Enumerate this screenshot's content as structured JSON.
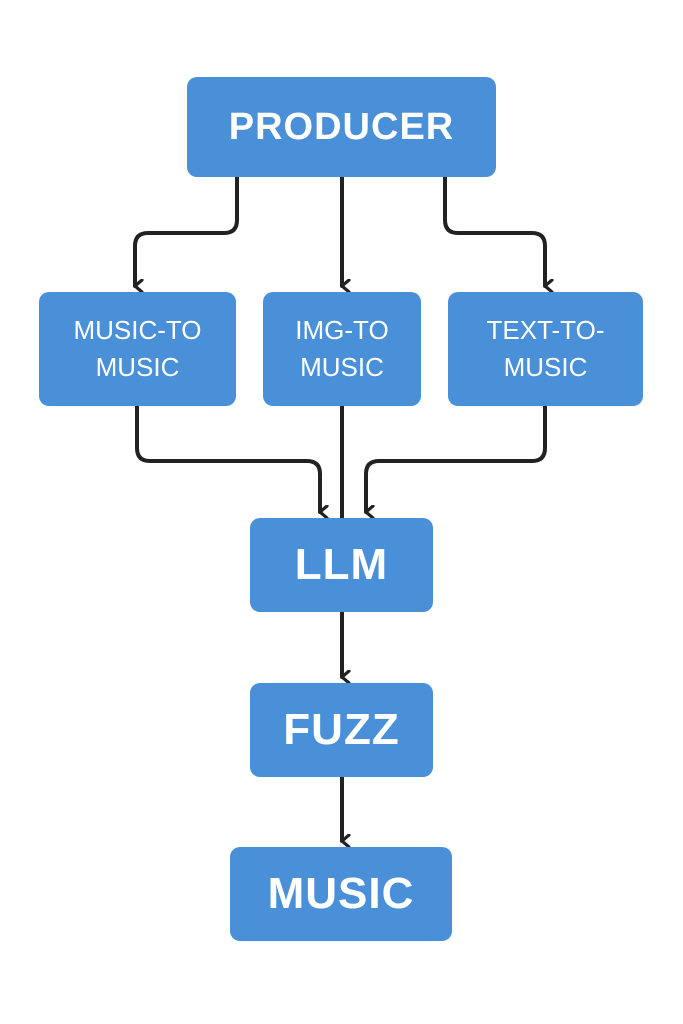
{
  "diagram": {
    "colors": {
      "node_fill": "#4a90d9",
      "node_text": "#ffffff",
      "edge": "#222222",
      "background": "#ffffff"
    },
    "nodes": [
      {
        "id": "producer",
        "label": "PRODUCER"
      },
      {
        "id": "music-to-music",
        "label": "MUSIC-TO\nMUSIC"
      },
      {
        "id": "img-to-music",
        "label": "IMG-TO\nMUSIC"
      },
      {
        "id": "text-to-music",
        "label": "TEXT-TO-\nMUSIC"
      },
      {
        "id": "llm",
        "label": "LLM"
      },
      {
        "id": "fuzz",
        "label": "FUZZ"
      },
      {
        "id": "music",
        "label": "MUSIC"
      }
    ],
    "edges": [
      {
        "from": "producer",
        "to": "music-to-music"
      },
      {
        "from": "producer",
        "to": "img-to-music"
      },
      {
        "from": "producer",
        "to": "text-to-music"
      },
      {
        "from": "music-to-music",
        "to": "llm"
      },
      {
        "from": "img-to-music",
        "to": "llm"
      },
      {
        "from": "text-to-music",
        "to": "llm"
      },
      {
        "from": "llm",
        "to": "fuzz"
      },
      {
        "from": "fuzz",
        "to": "music"
      }
    ]
  }
}
